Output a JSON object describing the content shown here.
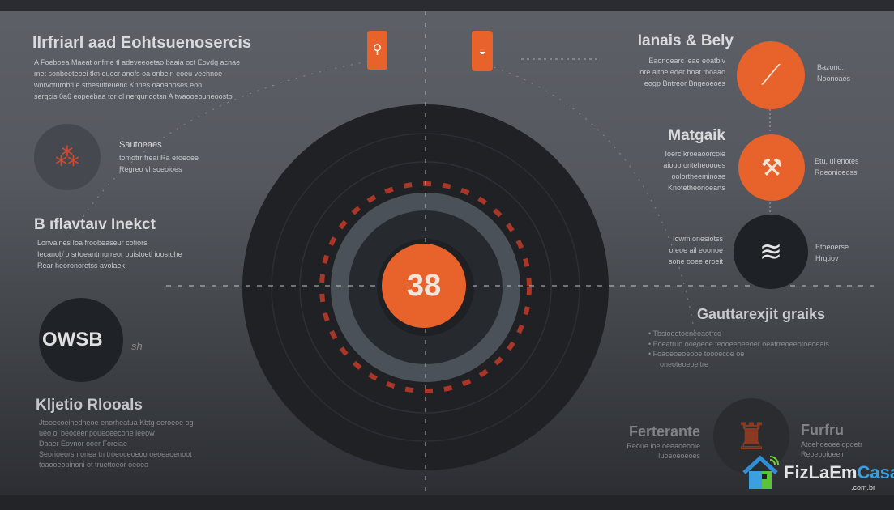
{
  "colors": {
    "accent": "#e8622c",
    "dark_disc": "#1f2125",
    "panel": "#55585e"
  },
  "center": {
    "value": "38"
  },
  "left": {
    "section1": {
      "title": "Ilrfriarl aad Eohtsuenosercis",
      "lines": [
        "A Foeboea Maeat onfme tl adeveeoetao baaia oct Eovdg acnae",
        "met sonbeeteoei tkn ouocr anofs oa onbein eoeu veehnoe",
        "worvoturobti e sthesufteuenc Knnes oaoaooses eon",
        "sergcis 0a6 eopeebaa tor ol nerqurlootsn A twaooeouneoostb"
      ]
    },
    "item1": {
      "icon": "network-nodes-icon",
      "title": "Sautoeaes",
      "lines": [
        "tomotrr freai Ra eroeoee",
        "Regreo vhsoeoioes"
      ]
    },
    "section2": {
      "title": "B ıflavtaıv Inekct",
      "lines": [
        "Lonvaines Ioa froobeaseur cofiors",
        "Iecanob o srtoeantmurreor ouistoeti ioostohe",
        "Rear heoronoretss avolaek"
      ]
    },
    "badge": {
      "label": "OWSB",
      "suffix": "sh"
    },
    "section3": {
      "title": "Kljetio Rlooals",
      "lines": [
        "Jtooecoeinedneoe enorheatua Kbtg oeroeoe og",
        "ueo ol beoceer poueoeecone ieeow",
        "Daaer Eovnor ooer Foreiae",
        "Seorioeorsn onea tn troeoceoeoo oeoeaoenoot",
        "toaooeopinoni ot truettoeor oeoea"
      ]
    }
  },
  "top_icons": [
    {
      "icon": "lamp-icon"
    },
    {
      "icon": "bowl-icon"
    }
  ],
  "right": {
    "section1": {
      "title": "Ianais & Bely",
      "lines": [
        "Eaonoearc ieae eoatbiv",
        "ore aitbe eoer hoat tboaao",
        "eogp Bntreor Bngeoeoes"
      ],
      "icon": "pencil-icon",
      "side": [
        "Bazond:",
        "Noonoaes"
      ]
    },
    "section2": {
      "title": "Matgaik",
      "lines": [
        "Ioerc kroeaoorcoie",
        "aiouo onteheoooes",
        "oolortheeminose",
        "Knotetheonoearts"
      ],
      "icon": "tools-icon",
      "side": [
        "Etu, uiienotes",
        "Rgeonioeoss"
      ]
    },
    "section3": {
      "lines": [
        "Iowm onesiotss",
        "o eoe ail eoonoe",
        "sone ooee eroeit"
      ],
      "icon": "waves-icon",
      "side": [
        "Etoeoerse",
        "Hrqtiov"
      ]
    },
    "section4": {
      "title": "Gauttarexjit graiks",
      "bullets": [
        "Tbsioeotoeneeaotrco",
        "Eoeatruo ooeoeoe teooeeoeeoer oeatrreoeeotoeoeais",
        "Foaoeoeoeooe toooecoe oe",
        "oneoteoeoeitre"
      ]
    },
    "bottom_left": {
      "title": "Ferterante",
      "lines": [
        "Reoue ioe oeeaoeooie",
        "Iuoeoeoeoes"
      ]
    },
    "bottom_icon": {
      "icon": "person-silhouette-icon"
    },
    "bottom_right": {
      "title": "Furfru",
      "lines": [
        "Atoehoeoeeiopoetr",
        "Reoeooioeeir"
      ]
    }
  },
  "watermark": {
    "brand_a": "FizLaEm",
    "brand_b": "Casa",
    "domain": ".com.br",
    "icon": "smart-home-icon"
  }
}
